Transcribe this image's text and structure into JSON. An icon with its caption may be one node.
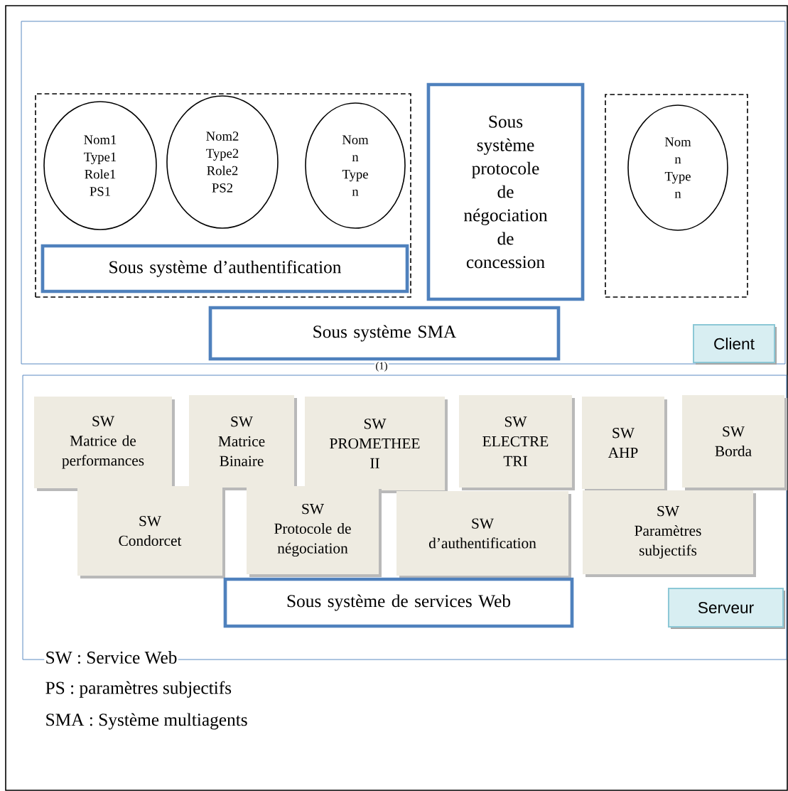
{
  "diagram": {
    "nodes": [
      {
        "text": [],
        "shape": "box"
      },
      {
        "text": [],
        "shape": "box",
        "in": 0
      },
      {
        "text": [
          "Nom1 Type1 Role1 PS1"
        ],
        "in": 1
      },
      {
        "text": [
          "Nom2 Type2 Role2 PS2"
        ],
        "in": 1
      },
      {
        "text": [
          "Nom n Type n"
        ],
        "in": 1
      },
      {
        "text": [
          "Sous système d’authentification"
        ],
        "in": 1
      },
      {
        "text": [
          "Sous système protocole de négociation de concession"
        ],
        "in": 0
      },
      {
        "text": [],
        "shape": "box",
        "in": 0
      },
      {
        "text": [
          "Nom n Type n"
        ],
        "in": 7
      },
      {
        "text": [
          "Sous  système SMA"
        ],
        "in": 0
      },
      {
        "text": [
          "Client"
        ],
        "in": 0
      },
      {
        "text": [],
        "shape": "box"
      },
      {
        "text": [
          "SW",
          "Matrice de performances"
        ],
        "in": 11
      },
      {
        "text": [
          "SW",
          "Matrice Binaire"
        ],
        "in": 11
      },
      {
        "text": [
          "SW",
          "PROMETHEE II"
        ],
        "in": 11
      },
      {
        "text": [
          "SW",
          "ELECTRE TRI"
        ],
        "in": 11
      },
      {
        "text": [
          "SW",
          "AHP"
        ],
        "in": 11
      },
      {
        "text": [
          "SW",
          "Borda"
        ],
        "in": 11
      },
      {
        "text": [
          "SW",
          "Condorcet"
        ],
        "in": 11
      },
      {
        "text": [
          "SW Protocole de négociation"
        ],
        "in": 11
      },
      {
        "text": [
          "SW",
          "d’authentification"
        ],
        "in": 11
      },
      {
        "text": [
          "SW",
          "Paramètres subjectifs"
        ],
        "in": 11
      },
      {
        "text": [
          "Sous système de services Web"
        ],
        "in": 11
      },
      {
        "text": [
          "Serveur"
        ],
        "in": 11
      }
    ],
    "labels": [
      "(1)",
      "SW : Service Web",
      "PS : paramètres subjectifs",
      "SMA : Système multiagents"
    ]
  }
}
